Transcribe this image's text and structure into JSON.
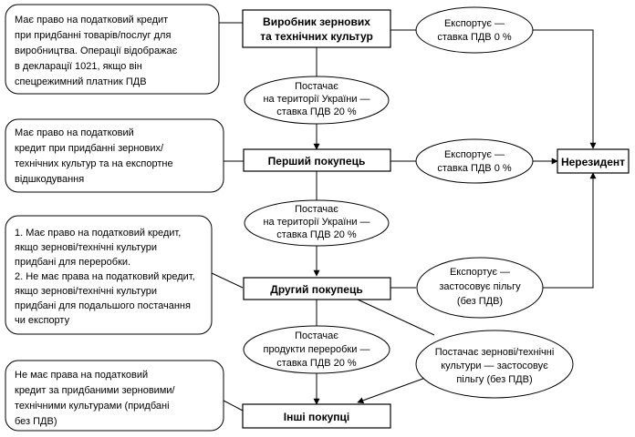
{
  "nodes": {
    "producer": [
      "Виробник зернових",
      "та технічних культур"
    ],
    "first_buyer": "Перший покупець",
    "second_buyer": "Другий покупець",
    "other_buyers": "Інші покупці",
    "nonresident": "Нерезидент"
  },
  "ovals": {
    "export_0_top": [
      "Експортує —",
      "ставка ПДВ 0 %"
    ],
    "export_0_mid": [
      "Експортує —",
      "ставка ПДВ 0 %"
    ],
    "supply_ukraine_1": [
      "Постачає",
      "на території України —",
      "ставка ПДВ 20 %"
    ],
    "supply_ukraine_2": [
      "Постачає",
      "на території України —",
      "ставка ПДВ 20 %"
    ],
    "export_benefit": [
      "Експортує —",
      "застосовує пільгу",
      "(без ПДВ)"
    ],
    "supply_products": [
      "Постачає",
      "продукти переробки —",
      "ставка ПДВ 20 %"
    ],
    "supply_grain_benefit": [
      "Постачає зернові/технічні",
      "культури — застосовує",
      "пільгу (без ПДВ)"
    ]
  },
  "notes": {
    "producer_note": [
      "Має право на податковий кредит",
      "при придбанні товарів/послуг для",
      "виробництва. Операції відображає",
      "в декларації 1021, якщо він",
      "спецрежимний платник ПДВ"
    ],
    "first_buyer_note": [
      "Має право на податковий",
      "кредит при придбанні зернових/",
      "технічних культур та на експортне",
      "відшкодування"
    ],
    "second_buyer_note": [
      "1. Має право на податковий кредит,",
      "якщо зернові/технічні культури",
      "придбані для переробки.",
      "2. Не має права на податковий кредит,",
      "якщо зернові/технічні культури",
      "придбані для подальшого постачання",
      "чи експорту"
    ],
    "other_buyers_note": [
      "Не має права на податковий",
      "кредит за придбаними зерновими/",
      "технічними культурами (придбані",
      "без ПДВ)"
    ]
  }
}
